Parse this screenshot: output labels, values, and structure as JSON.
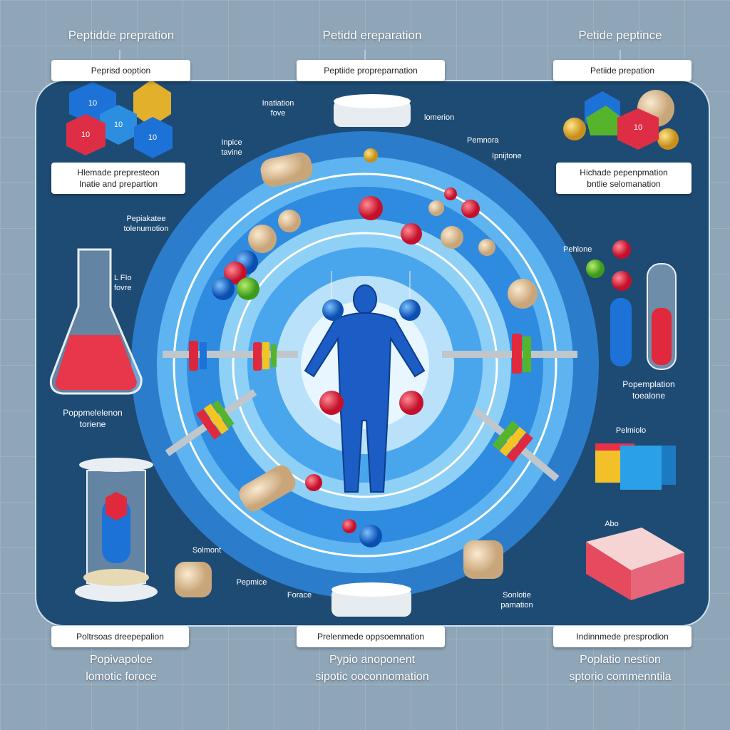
{
  "headers": [
    "Peptidde prepration",
    "Petidd ereparation",
    "Petide peptince"
  ],
  "top_boxes": [
    "Peprisd ooption",
    "Peptiide propreparnation",
    "Petiide prepation"
  ],
  "left_box": [
    "Hlemade prepresteon",
    "Inatie and prepartion"
  ],
  "right_box": [
    "Hichade pepenpmation",
    "bntlie selomanation"
  ],
  "labels": {
    "top_left_of_disc": [
      "Inatiation",
      "fove"
    ],
    "top_right_of_disc": "lomerion",
    "inpice": [
      "Inpice",
      "tavine"
    ],
    "pemnora": "Pemnora",
    "ipnijtone": "Ipnijtone",
    "left_mid": [
      "Pepiakatee",
      "tolenumotion"
    ],
    "left_flask": [
      "L FIo",
      "fovre"
    ],
    "left_flask_caption": [
      "Poppmelelenon",
      "toriene"
    ],
    "right_pehlone": "Pehlone",
    "right_tube_caption": [
      "Popemplation",
      "toealone"
    ],
    "right_cubes": "Pelmiolo",
    "solmont": "Solmont",
    "pepmice": "Pepmice",
    "forace": "Forace",
    "sonlotie": [
      "Sonlotie",
      "pamation"
    ],
    "abo": "Abo"
  },
  "hex_label": "10",
  "bottom_boxes": [
    "Poltrsoas dreepepalion",
    "Prelenmede oppsoemnation",
    "Indinnmede presprodion"
  ],
  "footers": [
    [
      "Popivapoloe",
      "lomotic foroce"
    ],
    [
      "Pypio anoponent",
      "sipotic ooconnomation"
    ],
    [
      "Poplatio nestion",
      "sptorio commenntila"
    ]
  ],
  "colors": {
    "panel": "#1e4b74",
    "ring_dark": "#2c7ccc",
    "ring_light": "#5db4f0",
    "accent_red": "#e0293c",
    "accent_blue": "#1d72d8"
  }
}
